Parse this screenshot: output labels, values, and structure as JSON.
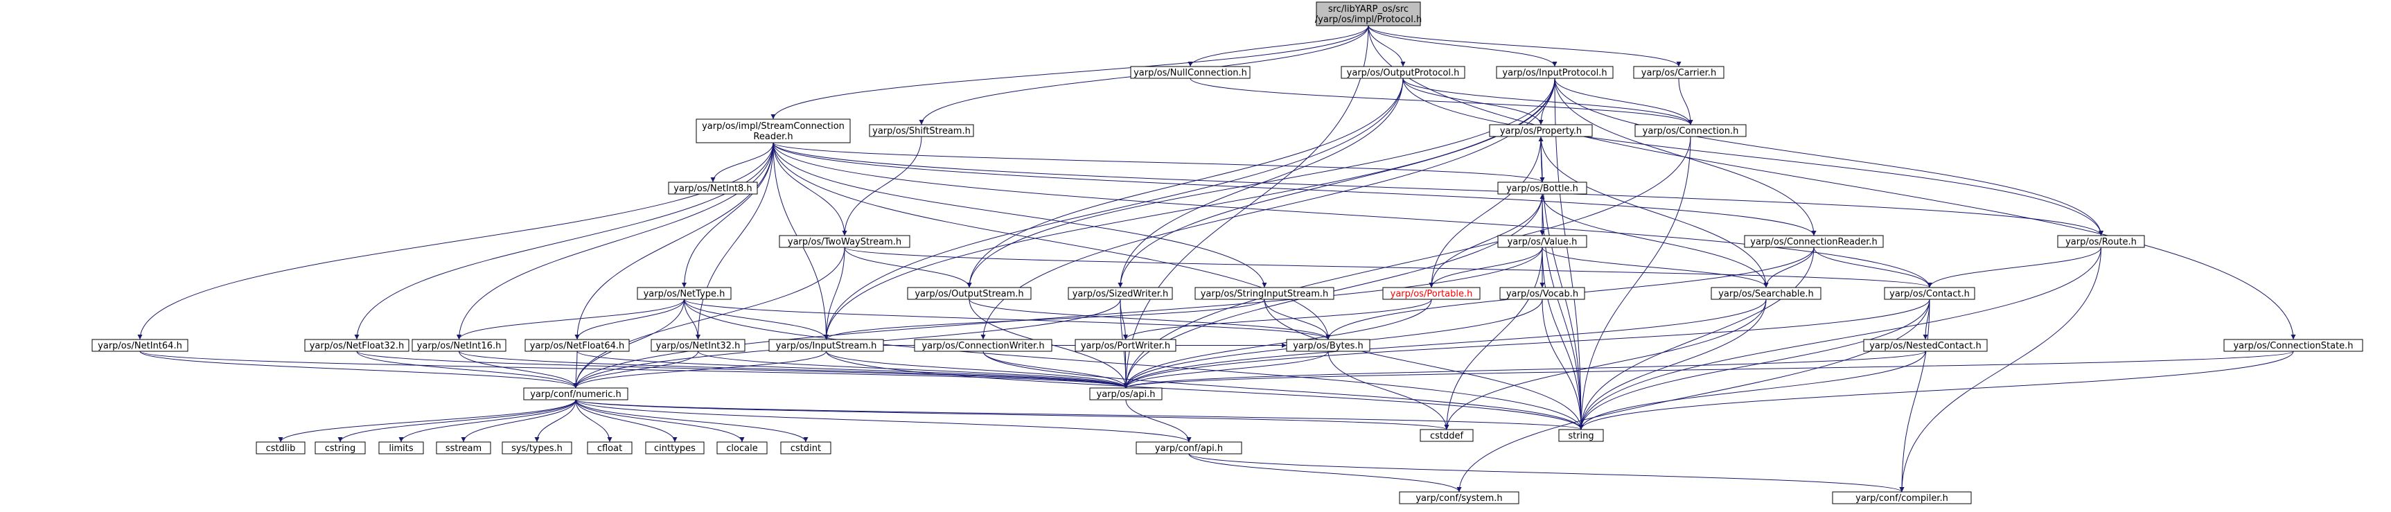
{
  "graph": {
    "colors": {
      "edge": "#191970",
      "root_fill": "#bfbfbf",
      "node_fill": "#ffffff",
      "node_border": "#000000",
      "missing_border": "#bfbfbf",
      "red_border": "#ff0000",
      "red_text": "#ff0000"
    },
    "nodes": [
      {
        "id": "protocol",
        "lines": [
          "src/libYARP_os/src",
          "/yarp/os/impl/Protocol.h"
        ],
        "style": "root"
      },
      {
        "id": "nullconnection",
        "lines": [
          "yarp/os/NullConnection.h"
        ],
        "style": "normal"
      },
      {
        "id": "outputprotocol",
        "lines": [
          "yarp/os/OutputProtocol.h"
        ],
        "style": "normal"
      },
      {
        "id": "inputprotocol",
        "lines": [
          "yarp/os/InputProtocol.h"
        ],
        "style": "normal"
      },
      {
        "id": "carrier",
        "lines": [
          "yarp/os/Carrier.h"
        ],
        "style": "normal"
      },
      {
        "id": "streamconnectionreader",
        "lines": [
          "yarp/os/impl/StreamConnection",
          "Reader.h"
        ],
        "style": "normal"
      },
      {
        "id": "shiftstream",
        "lines": [
          "yarp/os/ShiftStream.h"
        ],
        "style": "normal"
      },
      {
        "id": "property",
        "lines": [
          "yarp/os/Property.h"
        ],
        "style": "normal"
      },
      {
        "id": "connection",
        "lines": [
          "yarp/os/Connection.h"
        ],
        "style": "normal"
      },
      {
        "id": "netint8",
        "lines": [
          "yarp/os/NetInt8.h"
        ],
        "style": "normal"
      },
      {
        "id": "bottle",
        "lines": [
          "yarp/os/Bottle.h"
        ],
        "style": "normal"
      },
      {
        "id": "twowaystream",
        "lines": [
          "yarp/os/TwoWayStream.h"
        ],
        "style": "normal"
      },
      {
        "id": "value",
        "lines": [
          "yarp/os/Value.h"
        ],
        "style": "normal"
      },
      {
        "id": "connectionreader",
        "lines": [
          "yarp/os/ConnectionReader.h"
        ],
        "style": "normal"
      },
      {
        "id": "route",
        "lines": [
          "yarp/os/Route.h"
        ],
        "style": "normal"
      },
      {
        "id": "nettype",
        "lines": [
          "yarp/os/NetType.h"
        ],
        "style": "normal"
      },
      {
        "id": "outputstream",
        "lines": [
          "yarp/os/OutputStream.h"
        ],
        "style": "normal"
      },
      {
        "id": "sizedwriter",
        "lines": [
          "yarp/os/SizedWriter.h"
        ],
        "style": "normal"
      },
      {
        "id": "stringinputstream",
        "lines": [
          "yarp/os/StringInputStream.h"
        ],
        "style": "normal"
      },
      {
        "id": "portable",
        "lines": [
          "yarp/os/Portable.h"
        ],
        "style": "red"
      },
      {
        "id": "vocab",
        "lines": [
          "yarp/os/Vocab.h"
        ],
        "style": "normal"
      },
      {
        "id": "searchable",
        "lines": [
          "yarp/os/Searchable.h"
        ],
        "style": "normal"
      },
      {
        "id": "contact",
        "lines": [
          "yarp/os/Contact.h"
        ],
        "style": "normal"
      },
      {
        "id": "netint64",
        "lines": [
          "yarp/os/NetInt64.h"
        ],
        "style": "normal"
      },
      {
        "id": "netfloat32",
        "lines": [
          "yarp/os/NetFloat32.h"
        ],
        "style": "normal"
      },
      {
        "id": "netint16",
        "lines": [
          "yarp/os/NetInt16.h"
        ],
        "style": "normal"
      },
      {
        "id": "netfloat64",
        "lines": [
          "yarp/os/NetFloat64.h"
        ],
        "style": "normal"
      },
      {
        "id": "netint32",
        "lines": [
          "yarp/os/NetInt32.h"
        ],
        "style": "normal"
      },
      {
        "id": "inputstream",
        "lines": [
          "yarp/os/InputStream.h"
        ],
        "style": "normal"
      },
      {
        "id": "connectionwriter",
        "lines": [
          "yarp/os/ConnectionWriter.h"
        ],
        "style": "normal"
      },
      {
        "id": "portwriter",
        "lines": [
          "yarp/os/PortWriter.h"
        ],
        "style": "normal"
      },
      {
        "id": "bytes",
        "lines": [
          "yarp/os/Bytes.h"
        ],
        "style": "normal"
      },
      {
        "id": "nestedcontact",
        "lines": [
          "yarp/os/NestedContact.h"
        ],
        "style": "normal"
      },
      {
        "id": "connectionstate",
        "lines": [
          "yarp/os/ConnectionState.h"
        ],
        "style": "normal"
      },
      {
        "id": "numeric",
        "lines": [
          "yarp/conf/numeric.h"
        ],
        "style": "normal"
      },
      {
        "id": "api",
        "lines": [
          "yarp/os/api.h"
        ],
        "style": "normal"
      },
      {
        "id": "cstdlib",
        "lines": [
          "cstdlib"
        ],
        "style": "missing"
      },
      {
        "id": "cstring",
        "lines": [
          "cstring"
        ],
        "style": "missing"
      },
      {
        "id": "limits",
        "lines": [
          "limits"
        ],
        "style": "missing"
      },
      {
        "id": "sstream",
        "lines": [
          "sstream"
        ],
        "style": "missing"
      },
      {
        "id": "systypes",
        "lines": [
          "sys/types.h"
        ],
        "style": "missing"
      },
      {
        "id": "cfloat",
        "lines": [
          "cfloat"
        ],
        "style": "missing"
      },
      {
        "id": "cinttypes",
        "lines": [
          "cinttypes"
        ],
        "style": "missing"
      },
      {
        "id": "clocale",
        "lines": [
          "clocale"
        ],
        "style": "missing"
      },
      {
        "id": "cstdint",
        "lines": [
          "cstdint"
        ],
        "style": "missing"
      },
      {
        "id": "cstddef",
        "lines": [
          "cstddef"
        ],
        "style": "missing"
      },
      {
        "id": "string",
        "lines": [
          "string"
        ],
        "style": "missing"
      },
      {
        "id": "confapi",
        "lines": [
          "yarp/conf/api.h"
        ],
        "style": "normal"
      },
      {
        "id": "confsystem",
        "lines": [
          "yarp/conf/system.h"
        ],
        "style": "normal"
      },
      {
        "id": "confcompiler",
        "lines": [
          "yarp/conf/compiler.h"
        ],
        "style": "normal"
      }
    ],
    "edges": [
      [
        "protocol",
        "nullconnection"
      ],
      [
        "protocol",
        "outputprotocol"
      ],
      [
        "protocol",
        "inputprotocol"
      ],
      [
        "protocol",
        "carrier"
      ],
      [
        "protocol",
        "streamconnectionreader"
      ],
      [
        "protocol",
        "shiftstream"
      ],
      [
        "protocol",
        "connectionstate"
      ],
      [
        "protocol",
        "api"
      ],
      [
        "nullconnection",
        "connection"
      ],
      [
        "outputprotocol",
        "connection"
      ],
      [
        "outputprotocol",
        "property"
      ],
      [
        "outputprotocol",
        "sizedwriter"
      ],
      [
        "outputprotocol",
        "outputstream"
      ],
      [
        "outputprotocol",
        "inputstream"
      ],
      [
        "outputprotocol",
        "route"
      ],
      [
        "inputprotocol",
        "connection"
      ],
      [
        "inputprotocol",
        "property"
      ],
      [
        "inputprotocol",
        "connectionreader"
      ],
      [
        "inputprotocol",
        "route"
      ],
      [
        "inputprotocol",
        "outputstream"
      ],
      [
        "inputprotocol",
        "inputstream"
      ],
      [
        "inputprotocol",
        "connectionwriter"
      ],
      [
        "inputprotocol",
        "sizedwriter"
      ],
      [
        "inputprotocol",
        "string"
      ],
      [
        "carrier",
        "connection"
      ],
      [
        "connection",
        "api"
      ],
      [
        "connection",
        "string"
      ],
      [
        "shiftstream",
        "twowaystream"
      ],
      [
        "streamconnectionreader",
        "netint8"
      ],
      [
        "streamconnectionreader",
        "bottle"
      ],
      [
        "streamconnectionreader",
        "twowaystream"
      ],
      [
        "streamconnectionreader",
        "nettype"
      ],
      [
        "streamconnectionreader",
        "stringinputstream"
      ],
      [
        "streamconnectionreader",
        "connectionreader"
      ],
      [
        "streamconnectionreader",
        "route"
      ],
      [
        "streamconnectionreader",
        "netint64"
      ],
      [
        "streamconnectionreader",
        "netfloat32"
      ],
      [
        "streamconnectionreader",
        "netint16"
      ],
      [
        "streamconnectionreader",
        "netfloat64"
      ],
      [
        "streamconnectionreader",
        "netint32"
      ],
      [
        "streamconnectionreader",
        "inputstream"
      ],
      [
        "streamconnectionreader",
        "bytes"
      ],
      [
        "streamconnectionreader",
        "contact"
      ],
      [
        "property",
        "bottle"
      ],
      [
        "property",
        "portable"
      ],
      [
        "property",
        "searchable"
      ],
      [
        "property",
        "string"
      ],
      [
        "bottle",
        "property"
      ],
      [
        "bottle",
        "value"
      ],
      [
        "bottle",
        "portable"
      ],
      [
        "bottle",
        "searchable"
      ],
      [
        "bottle",
        "vocab"
      ],
      [
        "bottle",
        "api"
      ],
      [
        "bottle",
        "string"
      ],
      [
        "value",
        "bottle"
      ],
      [
        "value",
        "portable"
      ],
      [
        "value",
        "searchable"
      ],
      [
        "value",
        "vocab"
      ],
      [
        "value",
        "numeric"
      ],
      [
        "value",
        "cstddef"
      ],
      [
        "value",
        "string"
      ],
      [
        "twowaystream",
        "inputstream"
      ],
      [
        "twowaystream",
        "outputstream"
      ],
      [
        "twowaystream",
        "contact"
      ],
      [
        "twowaystream",
        "numeric"
      ],
      [
        "connectionreader",
        "searchable"
      ],
      [
        "connectionreader",
        "contact"
      ],
      [
        "connectionreader",
        "bytes"
      ],
      [
        "connectionreader",
        "string"
      ],
      [
        "route",
        "contact"
      ],
      [
        "route",
        "string"
      ],
      [
        "route",
        "confcompiler"
      ],
      [
        "nettype",
        "netint16"
      ],
      [
        "nettype",
        "netint32"
      ],
      [
        "nettype",
        "netfloat64"
      ],
      [
        "nettype",
        "inputstream"
      ],
      [
        "nettype",
        "bytes"
      ],
      [
        "nettype",
        "numeric"
      ],
      [
        "nettype",
        "string"
      ],
      [
        "outputstream",
        "bytes"
      ],
      [
        "outputstream",
        "api"
      ],
      [
        "sizedwriter",
        "portwriter"
      ],
      [
        "sizedwriter",
        "api"
      ],
      [
        "sizedwriter",
        "numeric"
      ],
      [
        "stringinputstream",
        "inputstream"
      ],
      [
        "stringinputstream",
        "bytes"
      ],
      [
        "stringinputstream",
        "string"
      ],
      [
        "portable",
        "portwriter"
      ],
      [
        "portable",
        "api"
      ],
      [
        "vocab",
        "api"
      ],
      [
        "vocab",
        "string"
      ],
      [
        "searchable",
        "api"
      ],
      [
        "searchable",
        "string"
      ],
      [
        "searchable",
        "cstddef"
      ],
      [
        "contact",
        "nestedcontact"
      ],
      [
        "contact",
        "api"
      ],
      [
        "contact",
        "string"
      ],
      [
        "contact",
        "confsystem"
      ],
      [
        "contact",
        "confcompiler"
      ],
      [
        "netint64",
        "numeric"
      ],
      [
        "netint64",
        "api"
      ],
      [
        "netfloat32",
        "numeric"
      ],
      [
        "netfloat32",
        "api"
      ],
      [
        "netint16",
        "numeric"
      ],
      [
        "netint16",
        "api"
      ],
      [
        "netfloat64",
        "numeric"
      ],
      [
        "netfloat64",
        "api"
      ],
      [
        "netint32",
        "numeric"
      ],
      [
        "netint32",
        "api"
      ],
      [
        "inputstream",
        "bytes"
      ],
      [
        "inputstream",
        "api"
      ],
      [
        "inputstream",
        "numeric"
      ],
      [
        "inputstream",
        "string"
      ],
      [
        "connectionwriter",
        "api"
      ],
      [
        "connectionwriter",
        "string"
      ],
      [
        "portwriter",
        "api"
      ],
      [
        "bytes",
        "api"
      ],
      [
        "bytes",
        "cstddef"
      ],
      [
        "nestedcontact",
        "api"
      ],
      [
        "nestedcontact",
        "string"
      ],
      [
        "connectionstate",
        "api"
      ],
      [
        "connectionstate",
        "string"
      ],
      [
        "numeric",
        "cstdlib"
      ],
      [
        "numeric",
        "cstring"
      ],
      [
        "numeric",
        "limits"
      ],
      [
        "numeric",
        "sstream"
      ],
      [
        "numeric",
        "systypes"
      ],
      [
        "numeric",
        "cfloat"
      ],
      [
        "numeric",
        "cinttypes"
      ],
      [
        "numeric",
        "clocale"
      ],
      [
        "numeric",
        "cstdint"
      ],
      [
        "numeric",
        "cstddef"
      ],
      [
        "numeric",
        "string"
      ],
      [
        "numeric",
        "confapi"
      ],
      [
        "api",
        "confapi"
      ],
      [
        "confapi",
        "confsystem"
      ],
      [
        "confapi",
        "confcompiler"
      ]
    ]
  }
}
